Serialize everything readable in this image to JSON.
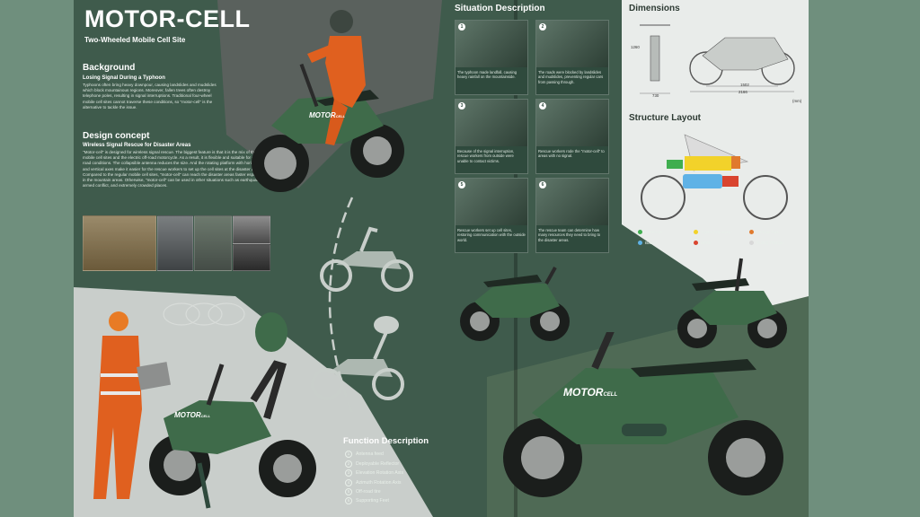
{
  "header": {
    "title": "MOTOR-CELL",
    "subtitle": "Two-Wheeled Mobile Cell Site"
  },
  "background": {
    "heading": "Background",
    "subheading": "Losing Signal During a Typhoon",
    "text": "Typhoons often bring heavy downpour, causing landslides and mudslides which block mountainous regions. Moreover, fallen trees often destroy telephone poles, resulting in signal interruptions. Traditional four-wheel mobile cell sites cannot traverse these conditions, so \"motor-cell\" is the alternative to tackle the issue."
  },
  "design_concept": {
    "heading": "Design concept",
    "subheading": "Wireless Signal Rescue for Disaster Areas",
    "text": "\"Motor-cell\" is designed for wireless signal rescue. The biggest feature is that it is the mix of the mobile cell sites and the electric off-road motorcycle. As a result, it is flexible and suitable for extreme road conditions. The collapsible antenna reduces the size. And the rotating platform with horizontal and vertical axes make it easier for the rescue workers to set up the cell sites at the disaster areas. Compared to the regular mobile cell sites, \"motor-cell\" can reach the disaster areas faster especially in the mountain areas. Otherwise, \"motor-cell\" can be used in other situations such as earthquakes, armed conflict, and extremely crowded places."
  },
  "situation": {
    "heading": "Situation Description",
    "cards": [
      {
        "num": "1",
        "caption": "The typhoon made landfall, causing heavy rainfall on the mountainside."
      },
      {
        "num": "2",
        "caption": "The roads were blocked by landslides and mudslides, preventing regular cars from passing through."
      },
      {
        "num": "3",
        "caption": "Because of the signal interruption, rescue workers from outside were unable to contact victims."
      },
      {
        "num": "4",
        "caption": "Rescue workers rode the \"motor-cell\" to areas with no signal."
      },
      {
        "num": "5",
        "caption": "Rescue workers set up cell sites, restoring communication with the outside world."
      },
      {
        "num": "6",
        "caption": "The rescue team can determine how many resources they need to bring to the disaster areas."
      }
    ]
  },
  "dimensions": {
    "heading": "Dimensions",
    "height": "1260",
    "width": "730",
    "wheelbase": "1502",
    "length": "2166",
    "unit": "(mm)"
  },
  "structure": {
    "heading": "Structure Layout",
    "legend": [
      {
        "label": "Controller",
        "color": "#3fae4f"
      },
      {
        "label": "Signal Processor",
        "color": "#f2d22a"
      },
      {
        "label": "Vertical Axis",
        "color": "#e07a2e"
      },
      {
        "label": "Battery",
        "color": "#5fb2e6"
      },
      {
        "label": "Motor",
        "color": "#d9442f"
      },
      {
        "label": "Riding Triangle",
        "color": "#d8d8d8"
      }
    ]
  },
  "bike_badge": {
    "brand": "MOTOR",
    "sub": "CELL"
  },
  "function": {
    "heading": "Function Description",
    "items": [
      {
        "num": "1",
        "label": "Antenna feed"
      },
      {
        "num": "2",
        "label": "Deployable Reflector"
      },
      {
        "num": "3",
        "label": "Elevation Rotation Axis"
      },
      {
        "num": "4",
        "label": "Azimuth Rotation Axis"
      },
      {
        "num": "5",
        "label": "Off-road tire"
      },
      {
        "num": "6",
        "label": "Supporting Feet"
      }
    ]
  },
  "colors": {
    "panel": "#3f5b4c",
    "page_bg": "#6f8f7d",
    "bike_green": "#3f6b4a"
  }
}
